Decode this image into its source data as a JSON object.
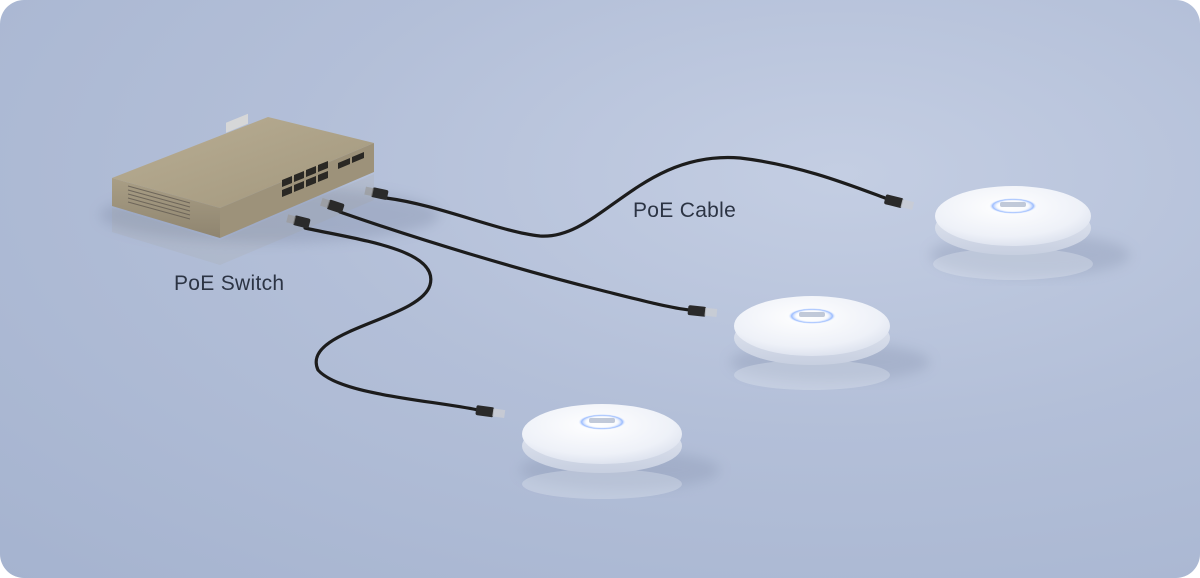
{
  "labels": {
    "switch": "PoE Switch",
    "cable": "PoE Cable"
  },
  "colors": {
    "background": "#b3bfd8",
    "switch_body": "#a89d84",
    "cable": "#1c1c1c",
    "access_point": "#f4f6fb",
    "ap_indicator": "#6fa0ff"
  },
  "devices": {
    "switch_count": 1,
    "access_point_count": 3,
    "cable_count": 3
  }
}
